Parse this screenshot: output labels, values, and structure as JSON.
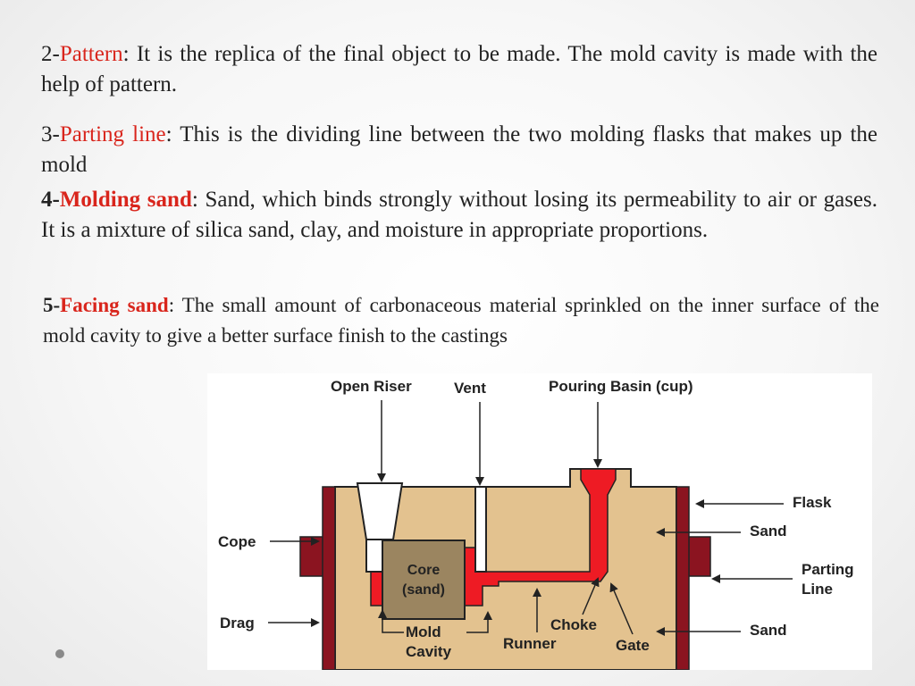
{
  "slide": {
    "p2": {
      "num": "2-",
      "term": "Pattern",
      "sep": ": ",
      "body": "It is the replica of the final object to be made. The mold cavity is made with the help of pattern."
    },
    "p3": {
      "num": "3-",
      "term": "Parting line",
      "sep": ": ",
      "body": "This is the dividing line between the two molding flasks that makes up the mold"
    },
    "p4": {
      "num": "4-",
      "term": "Molding sand",
      "sep": ": ",
      "body": "Sand, which binds strongly without losing its permeability to air or gases. It is a mixture of silica sand, clay, and moisture in appropriate proportions."
    },
    "p5": {
      "num": "5-",
      "term": "Facing sand",
      "sep": ": ",
      "body": "The small amount of carbonaceous material sprinkled on the inner surface of the mold cavity to give a better surface finish to the castings"
    }
  },
  "diagram": {
    "labels": {
      "open_riser": "Open Riser",
      "vent": "Vent",
      "pouring_basin": "Pouring Basin (cup)",
      "flask": "Flask",
      "sand_top": "Sand",
      "cope": "Cope",
      "parting_line_1": "Parting",
      "parting_line_2": "Line",
      "drag": "Drag",
      "sand_bottom": "Sand",
      "core_1": "Core",
      "core_2": "(sand)",
      "mold_cavity_1": "Mold",
      "mold_cavity_2": "Cavity",
      "runner": "Runner",
      "choke": "Choke",
      "gate": "Gate"
    },
    "colors": {
      "sand": "#e3c28f",
      "flask": "#8b1420",
      "metal": "#ee1b24",
      "core": "#9b8560",
      "outline": "#222222"
    }
  }
}
